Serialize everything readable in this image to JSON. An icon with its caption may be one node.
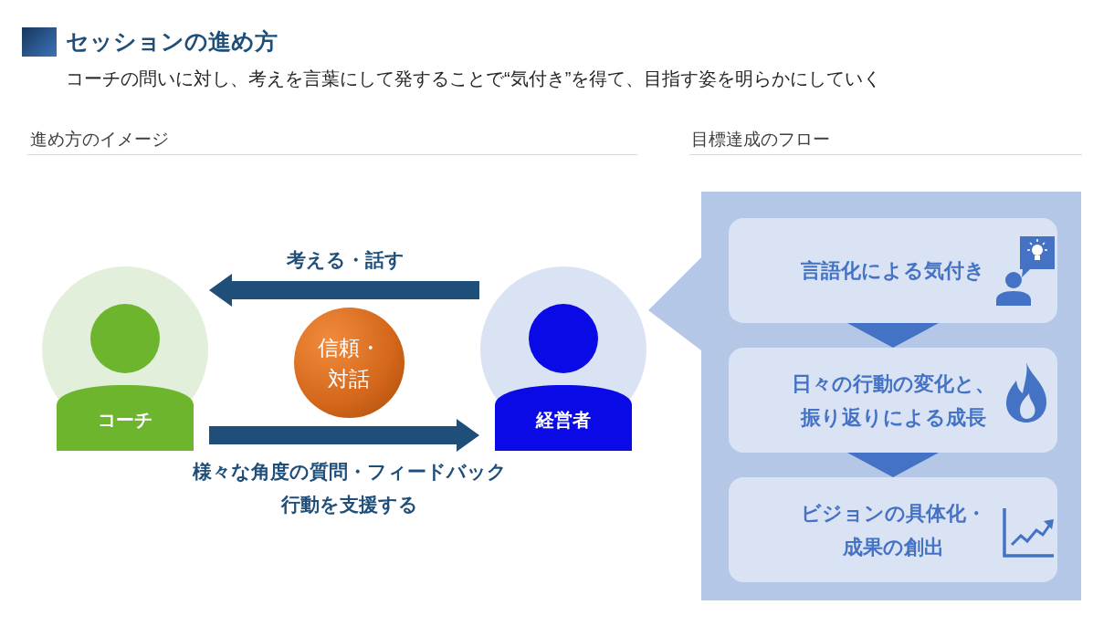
{
  "diagram": {
    "title": "セッションの進め方",
    "nodes": [
      {
        "text": [
          "コーチ"
        ]
      },
      {
        "text": [
          "信頼・対話"
        ]
      },
      {
        "text": [
          "経営者"
        ]
      },
      {
        "text": [],
        "shape": "box"
      },
      {
        "text": [
          "言語化による気付き"
        ],
        "in": 3
      },
      {
        "text": [
          "日々の行動の変化と、振り返りによる成長"
        ],
        "in": 3
      },
      {
        "text": [
          "ビジョンの具体化・成果の創出"
        ],
        "in": 3
      }
    ],
    "edges": [
      {
        "from": 2,
        "to": 0,
        "arrow": "to",
        "label": "考える・話す",
        "style": "thick"
      },
      {
        "from": 0,
        "to": 2,
        "arrow": "to",
        "label": "様々な角度の質問・フィードバック行動を支援する",
        "style": "thick"
      },
      {
        "from": 4,
        "to": 5,
        "arrow": "to",
        "color": "#4472c4"
      },
      {
        "from": 5,
        "to": 6,
        "arrow": "to",
        "color": "#4472c4"
      }
    ],
    "labels": [
      "コーチの問いに対し、考えを言葉にして発することで“気付き”を得て、目指す姿を明らかにしていく",
      "進め方のイメージ",
      "目標達成のフロー"
    ]
  }
}
